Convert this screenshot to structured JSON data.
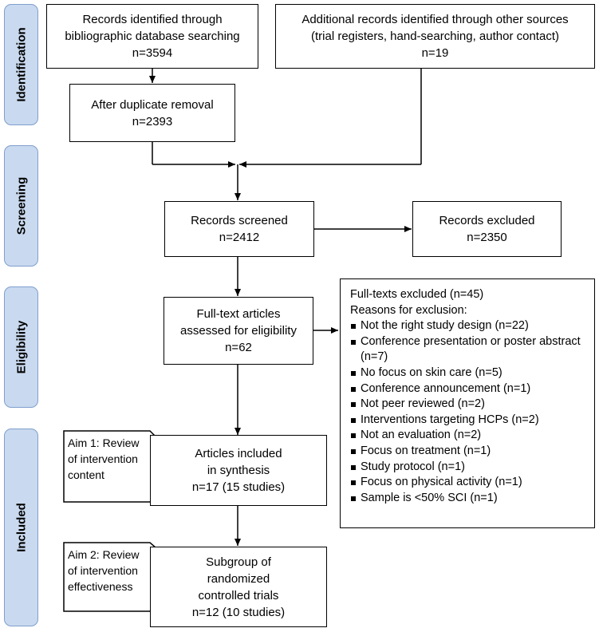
{
  "phases": {
    "identification": "Identification",
    "screening": "Screening",
    "eligibility": "Eligibility",
    "included": "Included"
  },
  "boxes": {
    "database": {
      "line1": "Records identified through",
      "line2": "bibliographic database searching",
      "count": "n=3594"
    },
    "other_sources": {
      "line1": "Additional records identified through other sources",
      "line2": "(trial registers, hand-searching, author contact)",
      "count": "n=19"
    },
    "duplicates": {
      "line1": "After duplicate removal",
      "count": "n=2393"
    },
    "screened": {
      "line1": "Records screened",
      "count": "n=2412"
    },
    "excluded": {
      "line1": "Records excluded",
      "count": "n=2350"
    },
    "fulltext": {
      "line1": "Full-text articles",
      "line2": "assessed for eligibility",
      "count": "n=62"
    },
    "included": {
      "line1": "Articles included",
      "line2": "in synthesis",
      "count": "n=17 (15 studies)"
    },
    "subgroup": {
      "line1": "Subgroup of",
      "line2": "randomized",
      "line3": "controlled trials",
      "count": "n=12 (10 studies)"
    }
  },
  "fulltext_excluded": {
    "heading": "Full-texts excluded (n=45)",
    "subheading": "Reasons for exclusion:",
    "reasons": [
      "Not the right study design (n=22)",
      "Conference presentation or poster abstract (n=7)",
      "No focus on skin care (n=5)",
      "Conference announcement (n=1)",
      "Not peer reviewed (n=2)",
      "Interventions targeting HCPs (n=2)",
      "Not an evaluation (n=2)",
      "Focus on treatment (n=1)",
      "Study protocol  (n=1)",
      "Focus on physical activity (n=1)",
      "Sample is <50% SCI (n=1)"
    ]
  },
  "aims": {
    "aim1": {
      "line1": "Aim 1: Review",
      "line2": "of intervention",
      "line3": "content"
    },
    "aim2": {
      "line1": "Aim 2: Review",
      "line2": "of intervention",
      "line3": "effectiveness"
    }
  }
}
